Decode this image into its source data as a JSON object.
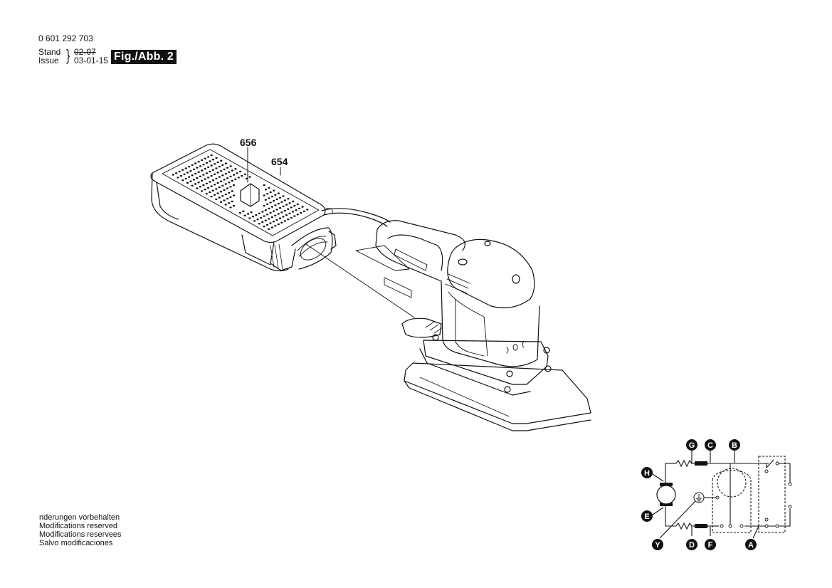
{
  "header": {
    "part_number": "0 601 292 703",
    "stand_label": "Stand",
    "issue_label": "Issue",
    "stand_value": "02-07",
    "issue_value": "03-01-15",
    "figure_label": "Fig./Abb. 2"
  },
  "callouts": [
    {
      "id": "656",
      "label": "656"
    },
    {
      "id": "654",
      "label": "654"
    }
  ],
  "footer": {
    "lines": [
      "nderungen vorbehalten",
      "Modifications reserved",
      "Modifications reservees",
      "Salvo modificaciones"
    ]
  },
  "circuit": {
    "labels": {
      "G": "G",
      "C": "C",
      "B": "B",
      "H": "H",
      "E": "E",
      "Y": "Y",
      "D": "D",
      "F": "F",
      "A": "A"
    }
  },
  "colors": {
    "ink": "#111111",
    "background": "#ffffff"
  }
}
